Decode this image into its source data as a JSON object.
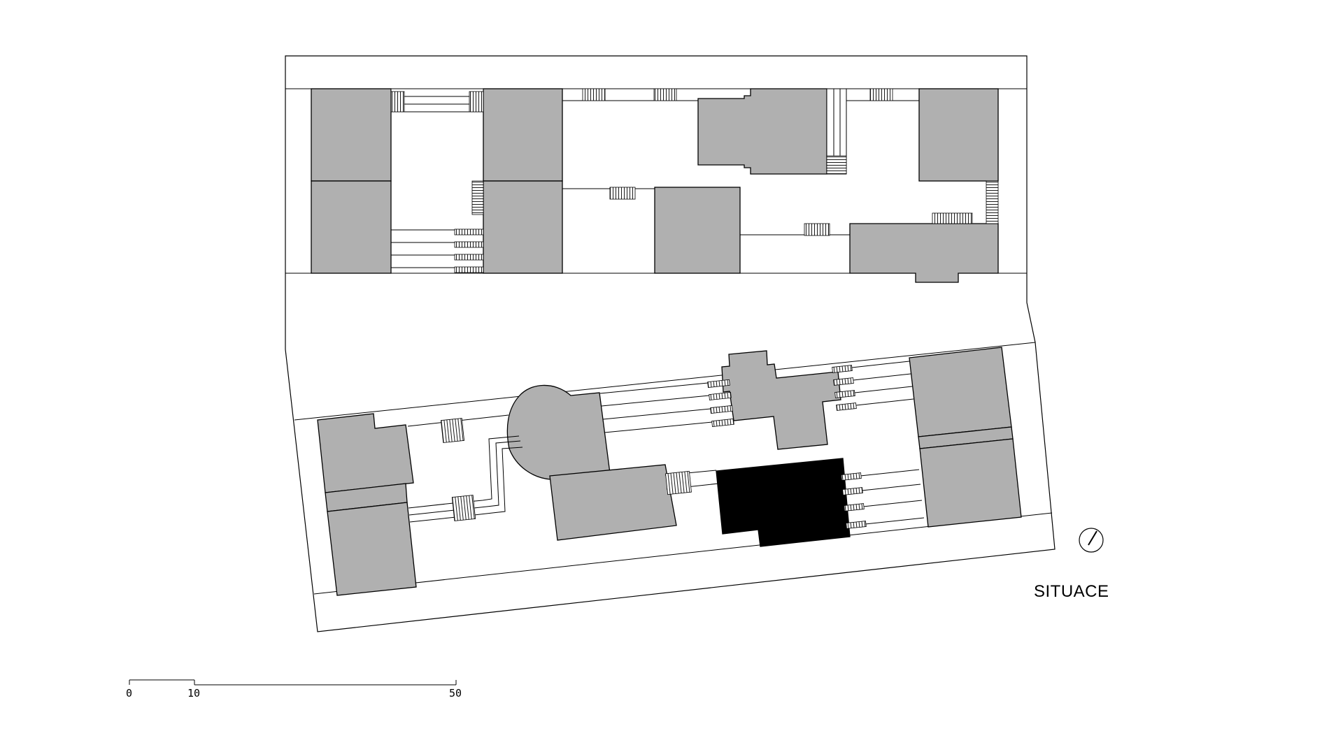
{
  "title": "SITUACE",
  "scale_bar": {
    "ticks": [
      "0",
      "10",
      "50"
    ]
  },
  "icons": {
    "north": "north-arrow-icon"
  },
  "colors": {
    "building": "#b0b0b0",
    "highlighted_building": "#000000",
    "line": "#000000",
    "background": "#ffffff"
  }
}
